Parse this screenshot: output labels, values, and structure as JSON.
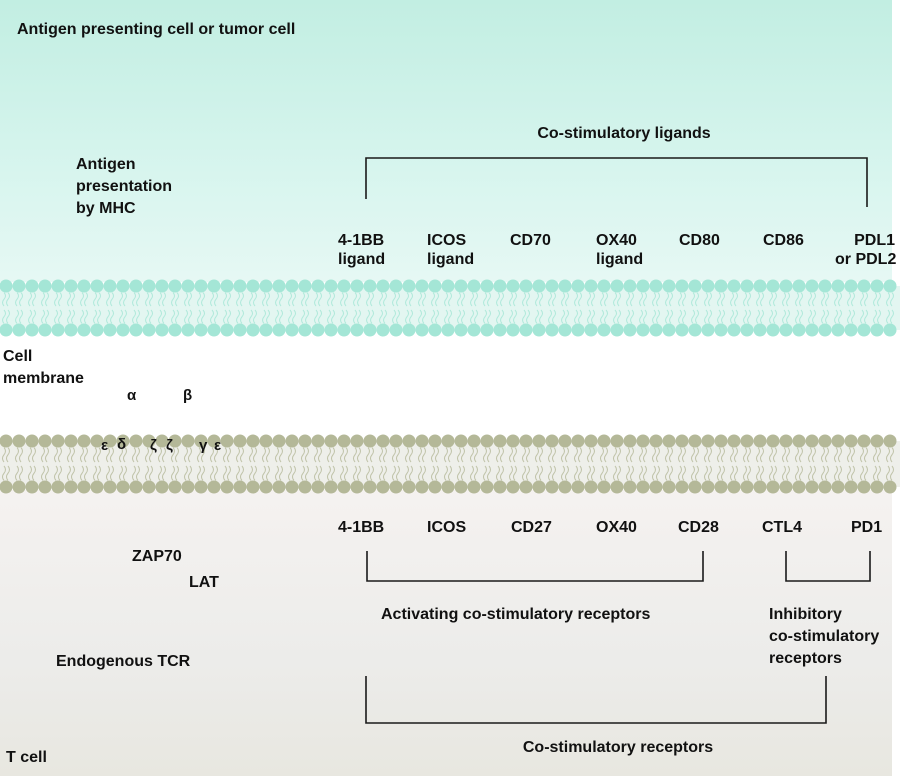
{
  "colors": {
    "apc_membrane": "#a4e6d6",
    "tcell_membrane": "#b4b898",
    "text": "#111111"
  },
  "cells": {
    "apc_label": "Antigen presenting cell or tumor cell",
    "tcell_label": "T cell",
    "cell_membrane_label": [
      "Cell",
      "membrane"
    ]
  },
  "antigen_presentation": [
    "Antigen",
    "presentation",
    "by MHC"
  ],
  "tcr": {
    "top_chains": [
      "α",
      "β"
    ],
    "membrane_chains": [
      "ε",
      "δ",
      "ζ",
      "ζ",
      "γ",
      "ε"
    ],
    "signaling": [
      "ZAP70",
      "LAT"
    ],
    "label": "Endogenous TCR"
  },
  "ligands": {
    "group_label": "Co-stimulatory ligands",
    "items": [
      {
        "line1": "4-1BB",
        "line2": "ligand"
      },
      {
        "line1": "ICOS",
        "line2": "ligand"
      },
      {
        "line1": "CD70",
        "line2": ""
      },
      {
        "line1": "OX40",
        "line2": "ligand"
      },
      {
        "line1": "CD80",
        "line2": ""
      },
      {
        "line1": "CD86",
        "line2": ""
      },
      {
        "line1": "PDL1",
        "line2": "or PDL2"
      }
    ]
  },
  "receptors": {
    "items": [
      "4-1BB",
      "ICOS",
      "CD27",
      "OX40",
      "CD28",
      "CTL4",
      "PD1"
    ],
    "activating_label": "Activating co-stimulatory receptors",
    "inhibitory_label": [
      "Inhibitory",
      "co-stimulatory",
      "receptors"
    ],
    "group_label": "Co-stimulatory receptors"
  }
}
